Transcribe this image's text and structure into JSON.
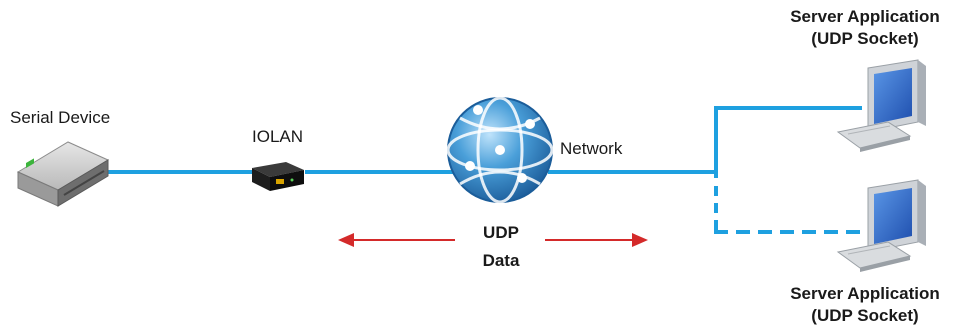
{
  "labels": {
    "serial_device": "Serial Device",
    "iolan": "IOLAN",
    "network": "Network",
    "udp_line1": "UDP",
    "udp_line2": "Data",
    "server_top_line1": "Server Application",
    "server_top_line2": "(UDP Socket)",
    "server_bottom_line1": "Server Application",
    "server_bottom_line2": "(UDP Socket)"
  },
  "colors": {
    "link_line": "#1ea0e0",
    "arrow": "#d42a2a",
    "globe": "#2f86c8",
    "monitor_screen": "#2a6fd0"
  },
  "icons": [
    "serial-device-icon",
    "iolan-icon",
    "network-globe-icon",
    "computer-icon"
  ]
}
